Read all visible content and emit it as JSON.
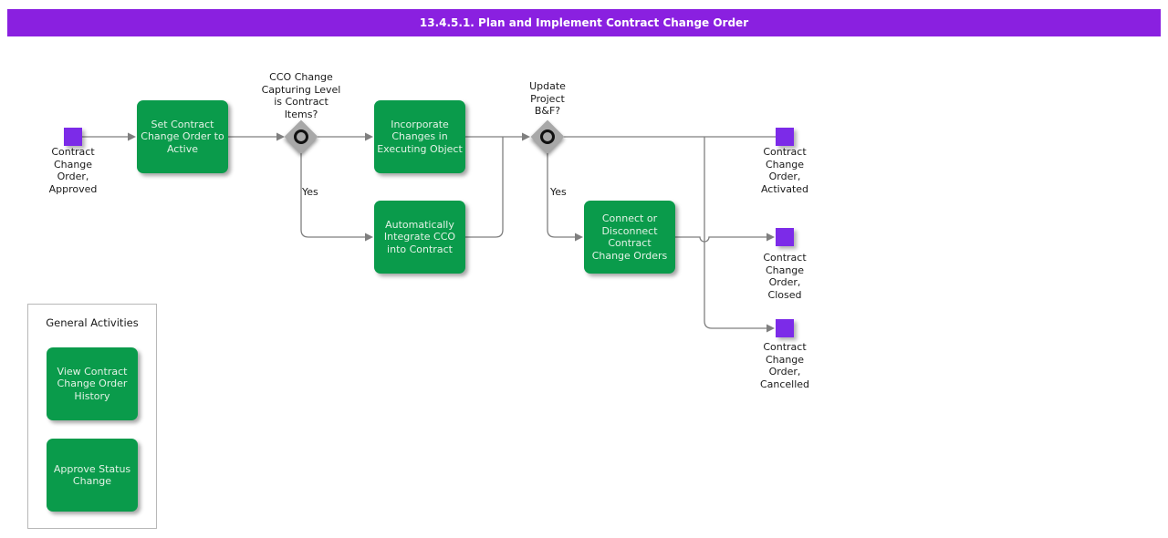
{
  "colors": {
    "header_purple": "#8a20e0",
    "event_purple": "#7c2be8",
    "task_green": "#0a9b4b",
    "connector_gray": "#7f7f7f"
  },
  "header": {
    "title": "13.4.5.1. Plan and Implement Contract Change Order"
  },
  "flow": {
    "start": {
      "label": "Contract\nChange\nOrder,\nApproved"
    },
    "tasks": {
      "set_active": {
        "label": "Set Contract\nChange Order to\nActive"
      },
      "incorporate": {
        "label": "Incorporate\nChanges in\nExecuting Object"
      },
      "auto_integrate": {
        "label": "Automatically\nIntegrate CCO\ninto Contract"
      },
      "connect_disconnect": {
        "label": "Connect or\nDisconnect\nContract\nChange Orders"
      }
    },
    "decisions": {
      "capturing_level": {
        "question": "CCO Change\nCapturing Level\nis Contract\nItems?",
        "yes_label": "Yes"
      },
      "update_project": {
        "question": "Update\nProject\nB&F?",
        "yes_label": "Yes"
      }
    },
    "ends": {
      "activated": {
        "label": "Contract\nChange\nOrder,\nActivated"
      },
      "closed": {
        "label": "Contract\nChange\nOrder,\nClosed"
      },
      "cancelled": {
        "label": "Contract\nChange\nOrder,\nCancelled"
      }
    }
  },
  "general_activities": {
    "title": "General Activities",
    "items": [
      {
        "label": "View Contract\nChange Order\nHistory"
      },
      {
        "label": "Approve Status\nChange"
      }
    ]
  }
}
